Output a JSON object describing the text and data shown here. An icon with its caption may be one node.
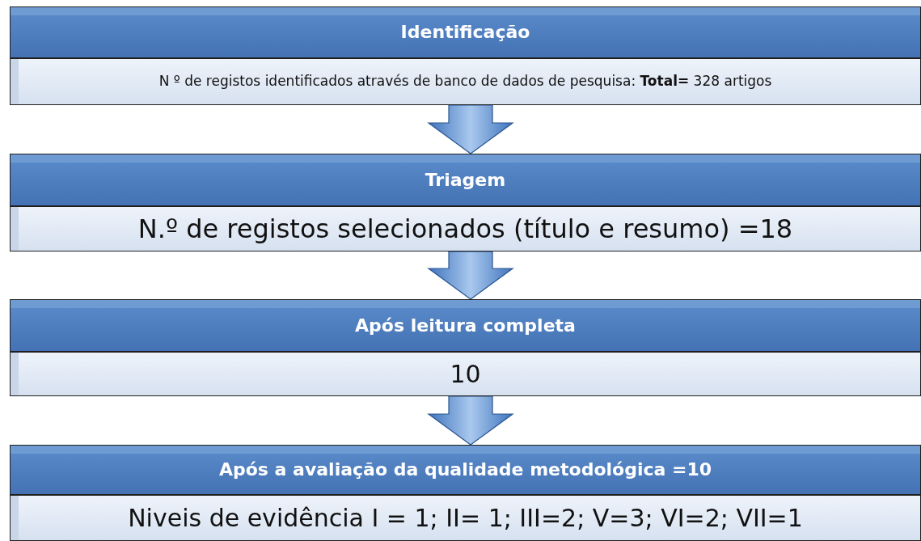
{
  "diagram": {
    "nodes": [
      {
        "text": [
          "Identificação"
        ]
      },
      {
        "text": [
          "N º de registos identificados através de banco de dados de pesquisa: **Total=** 328 artigos"
        ]
      },
      {
        "text": [
          "Triagem"
        ]
      },
      {
        "text": [
          "N.º de registos selecionados (título e resumo) =18"
        ]
      },
      {
        "text": [
          "Após leitura completa"
        ]
      },
      {
        "text": [
          "10"
        ]
      },
      {
        "text": [
          "Após a avaliação da qualidade metodológica =10"
        ]
      },
      {
        "text": [
          "Niveis de evidência I = 1; II= 1; III=2; V=3; VI=2; VII=1"
        ]
      }
    ],
    "edges": [
      {
        "from": 1,
        "to": 2,
        "arrow": "to"
      },
      {
        "from": 3,
        "to": 4,
        "arrow": "to"
      },
      {
        "from": 5,
        "to": 6,
        "arrow": "to"
      }
    ]
  }
}
